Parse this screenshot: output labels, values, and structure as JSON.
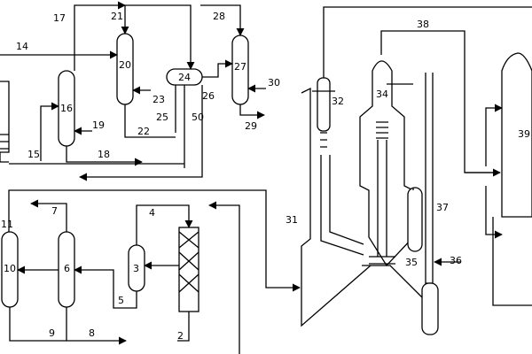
{
  "labels": {
    "l2": "2",
    "l3": "3",
    "l4": "4",
    "l5": "5",
    "l6": "6",
    "l7": "7",
    "l8": "8",
    "l9": "9",
    "l10": "10",
    "l11": "11",
    "l14": "14",
    "l15": "15",
    "l16": "16",
    "l17": "17",
    "l18": "18",
    "l19": "19",
    "l20": "20",
    "l21": "21",
    "l22": "22",
    "l23": "23",
    "l24": "24",
    "l25": "25",
    "l26": "26",
    "l27": "27",
    "l28": "28",
    "l29": "29",
    "l30": "30",
    "l31": "31",
    "l32": "32",
    "l34": "34",
    "l35": "35",
    "l36": "36",
    "l37": "37",
    "l38": "38",
    "l39": "39",
    "l50": "50"
  }
}
